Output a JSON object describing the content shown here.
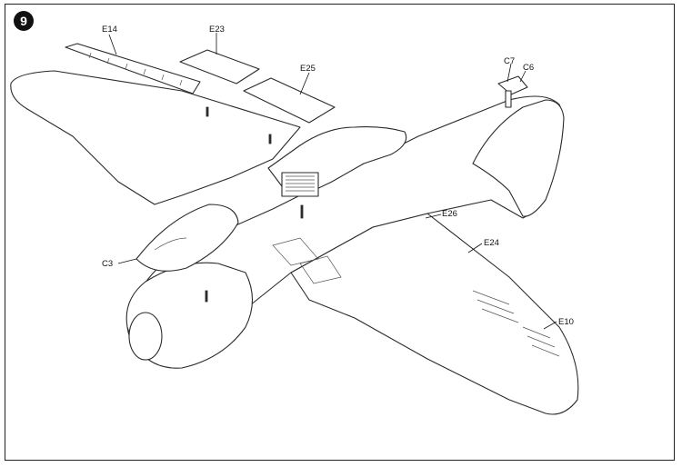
{
  "step": {
    "number": "9"
  },
  "parts": [
    {
      "id": "e14",
      "label": "E14"
    },
    {
      "id": "e23",
      "label": "E23"
    },
    {
      "id": "e25",
      "label": "E25"
    },
    {
      "id": "c7",
      "label": "C7"
    },
    {
      "id": "c6",
      "label": "C6"
    },
    {
      "id": "e26",
      "label": "E26"
    },
    {
      "id": "e24",
      "label": "E24"
    },
    {
      "id": "c3",
      "label": "C3"
    },
    {
      "id": "e10",
      "label": "E10"
    }
  ]
}
